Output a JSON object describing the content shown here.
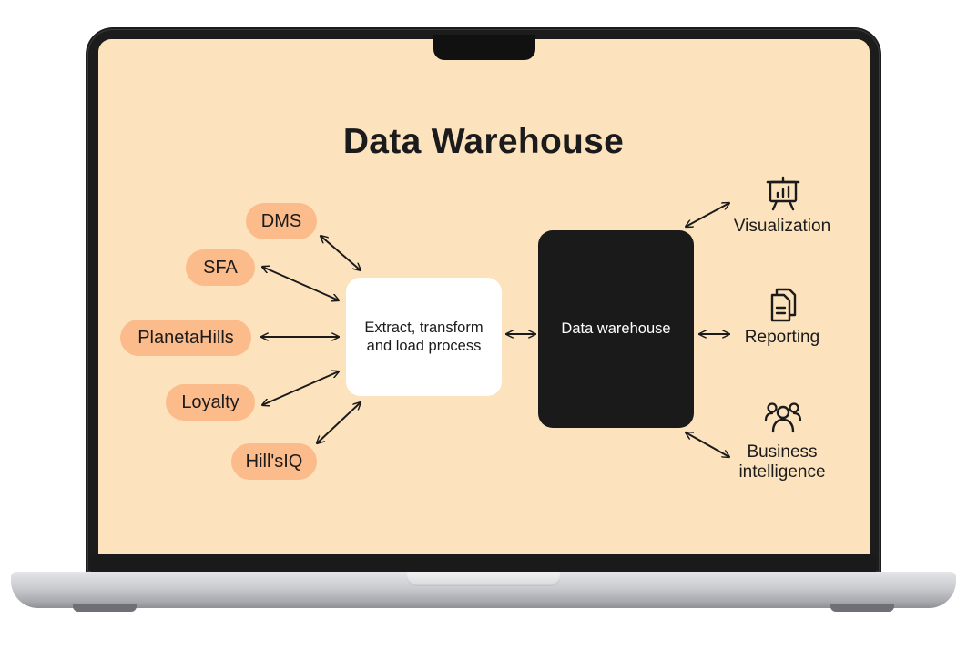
{
  "diagram": {
    "title": "Data Warehouse",
    "sources": [
      "DMS",
      "SFA",
      "PlanetaHills",
      "Loyalty",
      "Hill'sIQ"
    ],
    "etl_label": "Extract, transform and load process",
    "warehouse_label": "Data warehouse",
    "outputs": {
      "visualization": {
        "label": "Visualization",
        "icon": "presentation-chart-icon"
      },
      "reporting": {
        "label": "Reporting",
        "icon": "documents-icon"
      },
      "business_intelligence": {
        "label": "Business intelligence",
        "icon": "people-group-icon"
      }
    }
  },
  "colors": {
    "screen_background": "#fde3bd",
    "source_pill": "#fbbb8b",
    "etl_box": "#ffffff",
    "warehouse_box": "#1a1a1a",
    "text": "#1b1b1b",
    "laptop_body": "#1c1c1c",
    "laptop_base": "#c9cbcf"
  }
}
